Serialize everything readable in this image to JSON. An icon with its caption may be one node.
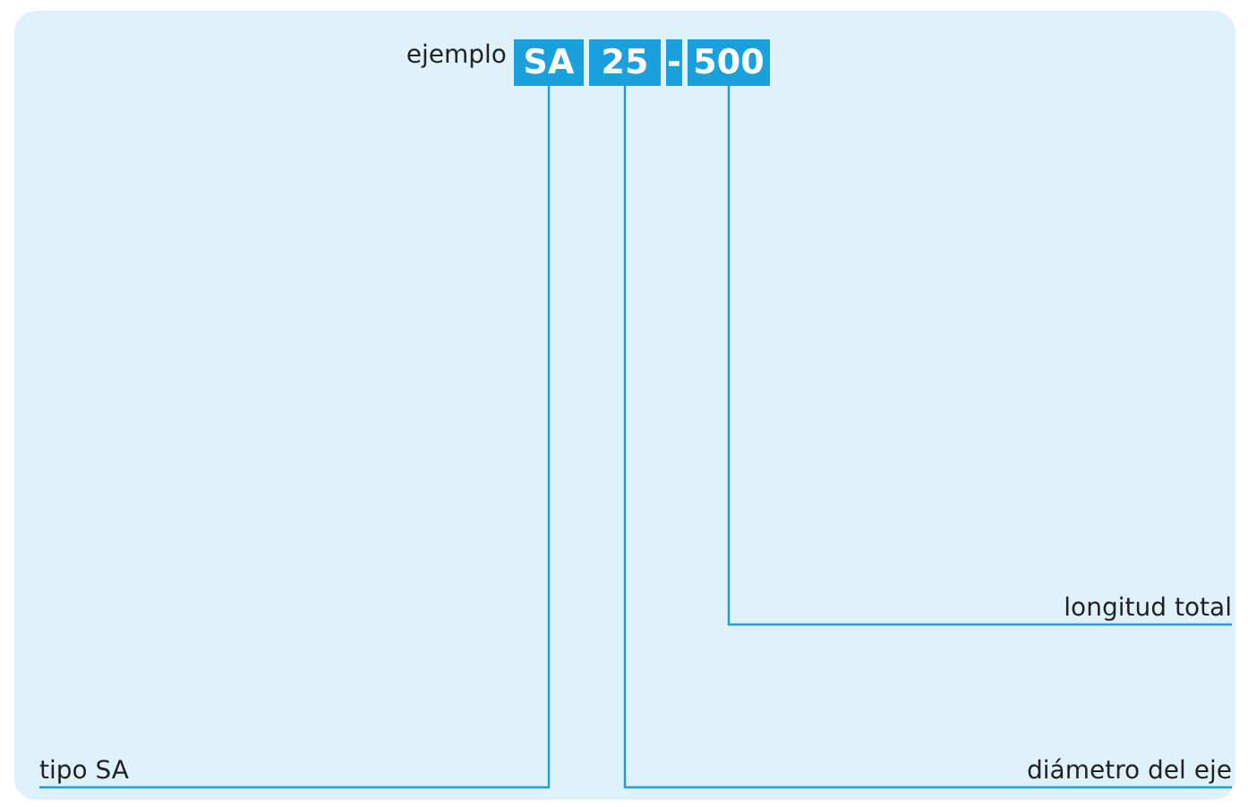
{
  "diagram": {
    "nodes": [
      {
        "text": [
          "ejemplo"
        ]
      },
      {
        "text": [
          "SA"
        ]
      },
      {
        "text": [
          "25"
        ]
      },
      {
        "text": [
          "-"
        ]
      },
      {
        "text": [
          "500"
        ]
      },
      {
        "text": [
          "longitud total"
        ]
      },
      {
        "text": [
          "tipo SA"
        ]
      },
      {
        "text": [
          "diámetro del eje"
        ]
      }
    ],
    "edges": [
      {
        "from": 4,
        "to": 5,
        "arrow": "none"
      },
      {
        "from": 1,
        "to": 6,
        "arrow": "none"
      },
      {
        "from": 2,
        "to": 7,
        "arrow": "none"
      }
    ]
  }
}
